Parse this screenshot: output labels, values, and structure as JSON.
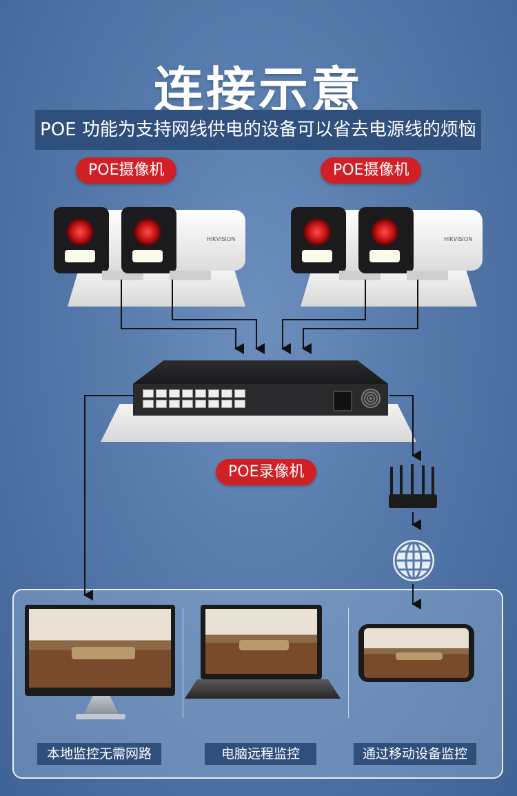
{
  "title": "连接示意",
  "subtitle": "POE 功能为支持网线供电的设备可以省去电源线的烦恼",
  "cameras": {
    "left_label": "POE摄像机",
    "right_label": "POE摄像机",
    "brand": "HIKVISION"
  },
  "recorder": {
    "label": "POE录像机"
  },
  "outputs": [
    {
      "label": "本地监控无需网路",
      "icon": "monitor-icon"
    },
    {
      "label": "电脑远程监控",
      "icon": "laptop-icon"
    },
    {
      "label": "通过移动设备监控",
      "icon": "phone-icon"
    }
  ],
  "colors": {
    "accent_red": "#d11f26",
    "bar_blue": "#2f4f7c",
    "background": "#5479aa"
  }
}
